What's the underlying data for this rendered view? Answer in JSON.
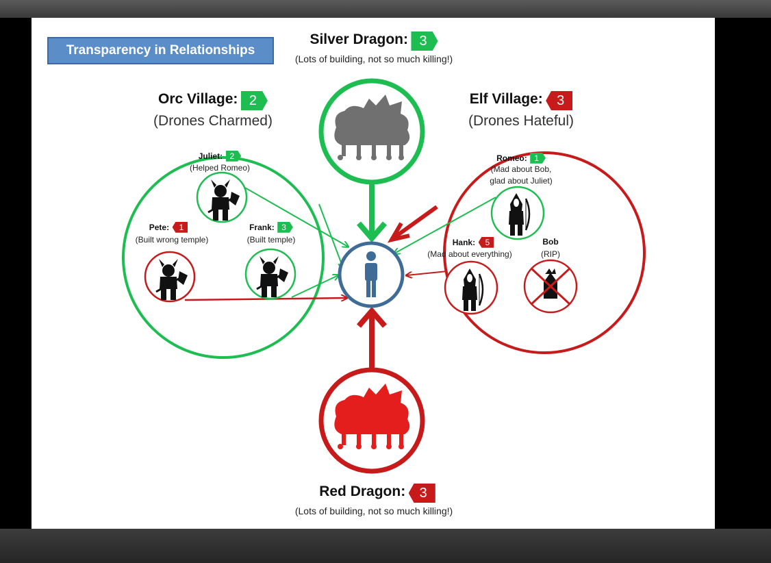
{
  "title": "Transparency in Relationships",
  "silver_dragon": {
    "label": "Silver Dragon:",
    "score": "3",
    "note": "(Lots of building, not so much killing!)"
  },
  "red_dragon": {
    "label": "Red Dragon:",
    "score": "3",
    "note": "(Lots of building, not so much killing!)"
  },
  "orc_village": {
    "label": "Orc Village:",
    "score": "2",
    "sub": "(Drones Charmed)"
  },
  "elf_village": {
    "label": "Elf Village:",
    "score": "3",
    "sub": "(Drones Hateful)"
  },
  "juliet": {
    "name": "Juliet:",
    "score": "2",
    "note": "(Helped Romeo)"
  },
  "pete": {
    "name": "Pete:",
    "score": "1",
    "note": "(Built wrong temple)"
  },
  "frank": {
    "name": "Frank:",
    "score": "3",
    "note": "(Built temple)"
  },
  "romeo": {
    "name": "Romeo:",
    "score": "1",
    "note_line1": "(Mad about Bob,",
    "note_line2": "glad about Juliet)"
  },
  "hank": {
    "name": "Hank:",
    "score": "5",
    "note": "(Mad about everything)"
  },
  "bob": {
    "name": "Bob",
    "note": "(RIP)"
  },
  "colors": {
    "green": "#1ebd52",
    "red": "#c71b1b",
    "center_blue": "#3f6c96",
    "title_blue": "#5b8ec9"
  }
}
